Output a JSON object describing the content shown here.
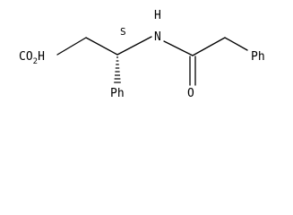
{
  "molecule": {
    "stereo_descriptor": "S",
    "labels": {
      "acid": "CO2H",
      "amide_n": "N",
      "amide_h": "H",
      "carbonyl_o": "O",
      "phenyl_right": "Ph",
      "phenyl_bottom": "Ph"
    }
  }
}
